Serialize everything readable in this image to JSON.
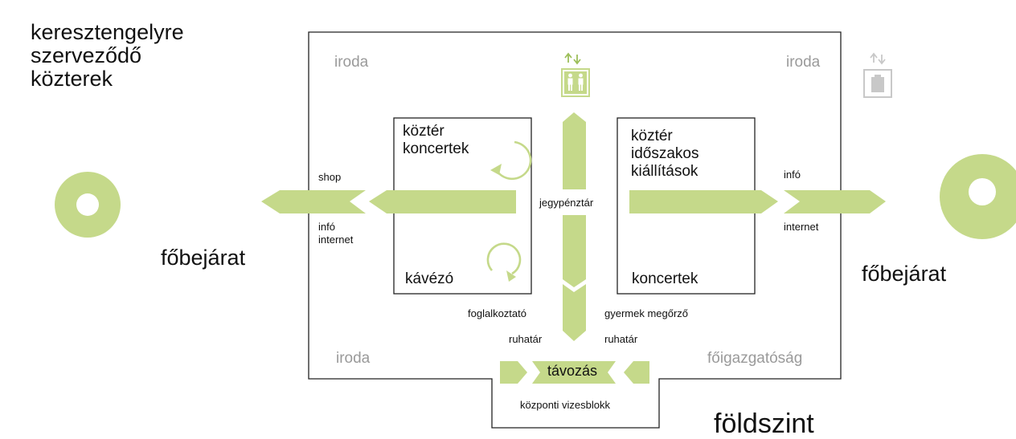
{
  "title": "keresztengelyre\nszerveződő\nközterek",
  "floor_label": "földszint",
  "main_entrance_left": "főbejárat",
  "main_entrance_right": "főbejárat",
  "offices": {
    "top_left": "iroda",
    "top_right": "iroda",
    "bottom_left": "iroda",
    "bottom_right": "főigazgatóság"
  },
  "left_room": {
    "top_label": "köztér\nkoncertek",
    "bottom_label": "kávézó"
  },
  "right_room": {
    "top_label": "köztér\nidőszakos\nkiállítások",
    "bottom_label": "koncertek"
  },
  "labels": {
    "shop": "shop",
    "info_internet_left": "infó\ninternet",
    "info_right": "infó",
    "internet_right": "internet",
    "ticket_office": "jegypénztár",
    "employment": "foglalkoztató",
    "childcare": "gyermek megőrző",
    "cloakroom_left": "ruhatár",
    "cloakroom_right": "ruhatár",
    "exit": "távozás",
    "restrooms": "központi vizesblokk"
  },
  "icons": {
    "elevator_passenger": "elevator-people-icon",
    "elevator_freight": "elevator-freight-icon",
    "rotate": "rotate-arrow-icon",
    "entrance_marker": "entrance-circle-icon"
  },
  "colors": {
    "accent_green": "#c5d98a",
    "line": "#222222",
    "inactive_gray": "#c8c8c8",
    "office_text": "#9a9a9a"
  }
}
